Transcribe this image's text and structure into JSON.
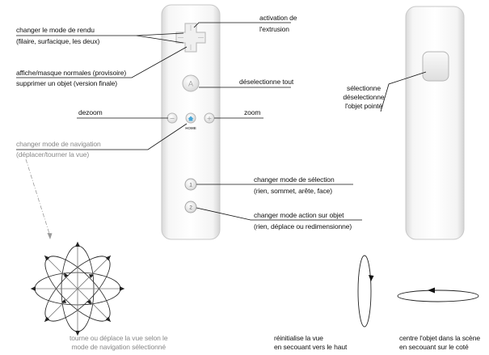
{
  "remote_front": {
    "home_label": "HOME",
    "a_label": "A",
    "minus_label": "−",
    "plus_label": "+",
    "one_label": "1",
    "two_label": "2"
  },
  "callouts": {
    "render_mode": {
      "line1": "changer le mode de rendu",
      "line2": "(filaire, surfacique, les deux)"
    },
    "extrusion": {
      "line1": "activation de",
      "line2": "l'extrusion"
    },
    "normals": {
      "line1": "affiche/masque normales (provisoire)",
      "line2": "supprimer un objet (version finale)"
    },
    "deselect": {
      "line1": "déselectionne tout"
    },
    "dezoom": {
      "line1": "dezoom"
    },
    "zoom": {
      "line1": "zoom"
    },
    "nav_mode": {
      "line1": "changer mode de navigation",
      "line2": "(déplacer/tourner la vue)"
    },
    "selection_mode": {
      "line1": "changer mode de sélection",
      "line2": "(rien, sommet, arête, face)"
    },
    "action_mode": {
      "line1": "changer mode action sur objet",
      "line2": "(rien, déplace ou redimensionne)"
    },
    "side_select": {
      "line1": "sélectionne",
      "line2": "déselectionne",
      "line3": "l'objet pointé"
    }
  },
  "gestures": {
    "rotate_move": {
      "line1": "tourne ou déplace la vue selon le",
      "line2": "mode de navigation sélectionné"
    },
    "reset": {
      "line1": "réinitialise la vue",
      "line2": "en secouant vers le haut"
    },
    "center": {
      "line1": "centre l'objet dans la scène",
      "line2": "en secouant sur le coté"
    }
  }
}
